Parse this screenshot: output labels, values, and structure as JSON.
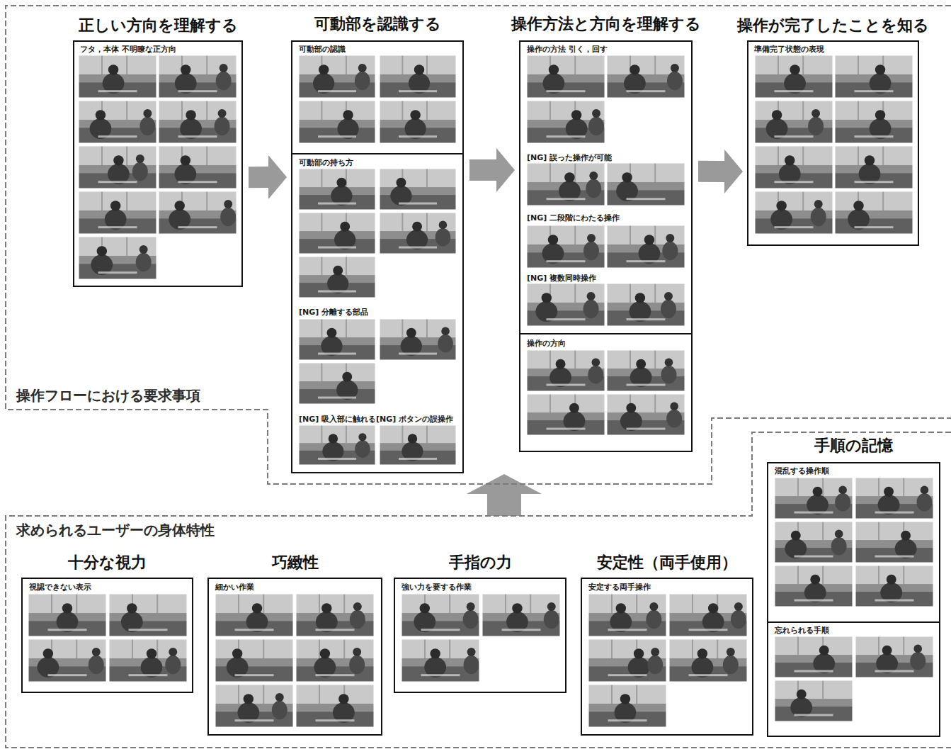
{
  "diagram": {
    "nodes": [
      {
        "text": [
          "操作フローにおける要求事項"
        ]
      },
      {
        "text": [
          "正しい方向を理解する",
          "フタ，本体 不明瞭な正方向"
        ],
        "in": 0
      },
      {
        "text": [
          "可動部を認識する"
        ],
        "in": 0
      },
      {
        "text": [
          "可動部の認識"
        ],
        "in": 2
      },
      {
        "text": [
          "可動部の持ち方",
          "[NG] 分離する部品",
          "[NG] 吸入部に触れる",
          "[NG] ボタンの誤操作"
        ],
        "in": 2
      },
      {
        "text": [
          "操作方法と方向を理解する"
        ],
        "in": 0
      },
      {
        "text": [
          "操作の方法 引く，回す",
          "[NG] 誤った操作が可能",
          "[NG] 二段階にわたる操作",
          "[NG] 複数同時操作"
        ],
        "in": 5
      },
      {
        "text": [
          "操作の方向"
        ],
        "in": 5
      },
      {
        "text": [
          "操作が完了したことを知る",
          "準備完了状態の表現"
        ],
        "in": 0
      },
      {
        "text": [
          "求められるユーザーの身体特性"
        ]
      },
      {
        "text": [
          "十分な視力",
          "視認できない表示"
        ],
        "in": 9
      },
      {
        "text": [
          "巧緻性",
          "細かい作業"
        ],
        "in": 9
      },
      {
        "text": [
          "手指の力",
          "強い力を要する作業"
        ],
        "in": 9
      },
      {
        "text": [
          "安定性（両手使用）",
          "安定する両手操作"
        ],
        "in": 9
      },
      {
        "text": [
          "手順の記憶"
        ],
        "in": 9
      },
      {
        "text": [
          "混乱する操作順"
        ],
        "in": 14
      },
      {
        "text": [
          "忘れられる手順"
        ],
        "in": 14
      }
    ],
    "edges": [
      {
        "from": 1,
        "to": 2,
        "arrow": "to"
      },
      {
        "from": 2,
        "to": 5,
        "arrow": "to"
      },
      {
        "from": 5,
        "to": 8,
        "arrow": "to"
      },
      {
        "from": 9,
        "to": 0,
        "arrow": "to"
      }
    ]
  }
}
